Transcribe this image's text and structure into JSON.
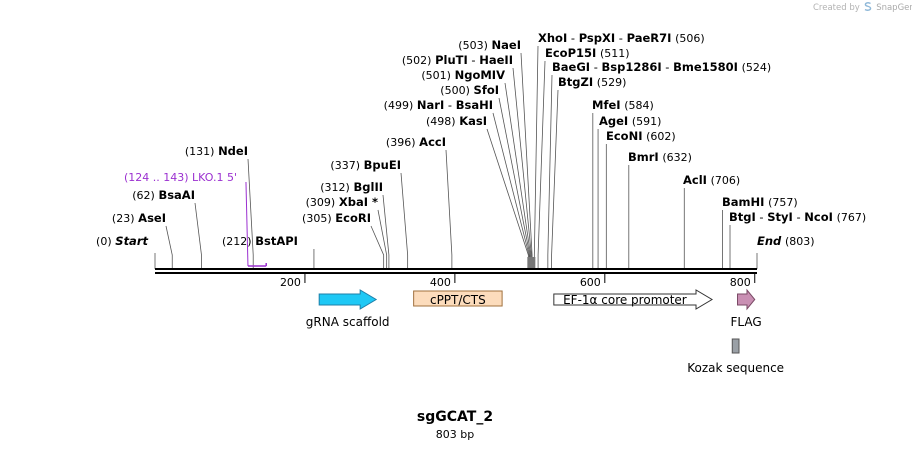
{
  "credit": {
    "prefix": "Created by",
    "brand": "SnapGene",
    "icon": "snapgene-logo-icon"
  },
  "plasmid": {
    "name": "sgGCAT_2",
    "length_label": "803 bp",
    "length": 803
  },
  "ruler": {
    "ticks": [
      200,
      400,
      600,
      800
    ]
  },
  "enzymes": [
    {
      "pos": 0,
      "names": [
        "Start"
      ],
      "pos_label": "(0)",
      "italic": true
    },
    {
      "pos": 23,
      "names": [
        "AseI"
      ],
      "pos_label": "(23)"
    },
    {
      "pos": 62,
      "names": [
        "BsaAI"
      ],
      "pos_label": "(62)"
    },
    {
      "pos": 131,
      "names": [
        "NdeI"
      ],
      "pos_label": "(131)"
    },
    {
      "pos": 212,
      "names": [
        "BstAPI"
      ],
      "pos_label": "(212)",
      "label_right": true
    },
    {
      "pos": 305,
      "names": [
        "EcoRI"
      ],
      "pos_label": "(305)"
    },
    {
      "pos": 309,
      "names": [
        "XbaI *"
      ],
      "pos_label": "(309)"
    },
    {
      "pos": 312,
      "names": [
        "BglII"
      ],
      "pos_label": "(312)"
    },
    {
      "pos": 337,
      "names": [
        "BpuEI"
      ],
      "pos_label": "(337)"
    },
    {
      "pos": 396,
      "names": [
        "AccI"
      ],
      "pos_label": "(396)"
    },
    {
      "pos": 498,
      "names": [
        "KasI"
      ],
      "pos_label": "(498)"
    },
    {
      "pos": 499,
      "names": [
        "NarI",
        "BsaHI"
      ],
      "pos_label": "(499)"
    },
    {
      "pos": 500,
      "names": [
        "SfoI"
      ],
      "pos_label": "(500)"
    },
    {
      "pos": 501,
      "names": [
        "NgoMIV"
      ],
      "pos_label": "(501)"
    },
    {
      "pos": 502,
      "names": [
        "PluTI",
        "HaeII"
      ],
      "pos_label": "(502)"
    },
    {
      "pos": 503,
      "names": [
        "NaeI"
      ],
      "pos_label": "(503)"
    },
    {
      "pos": 506,
      "names": [
        "XhoI",
        "PspXI",
        "PaeR7I"
      ],
      "pos_label": "(506)"
    },
    {
      "pos": 511,
      "names": [
        "EcoP15I"
      ],
      "pos_label": "(511)"
    },
    {
      "pos": 524,
      "names": [
        "BaeGI",
        "Bsp1286I",
        "Bme1580I"
      ],
      "pos_label": "(524)"
    },
    {
      "pos": 529,
      "names": [
        "BtgZI"
      ],
      "pos_label": "(529)"
    },
    {
      "pos": 584,
      "names": [
        "MfeI"
      ],
      "pos_label": "(584)"
    },
    {
      "pos": 591,
      "names": [
        "AgeI"
      ],
      "pos_label": "(591)"
    },
    {
      "pos": 602,
      "names": [
        "EcoNI"
      ],
      "pos_label": "(602)"
    },
    {
      "pos": 632,
      "names": [
        "BmrI"
      ],
      "pos_label": "(632)"
    },
    {
      "pos": 706,
      "names": [
        "AclI"
      ],
      "pos_label": "(706)"
    },
    {
      "pos": 757,
      "names": [
        "BamHI"
      ],
      "pos_label": "(757)"
    },
    {
      "pos": 767,
      "names": [
        "BtgI",
        "StyI",
        "NcoI"
      ],
      "pos_label": "(767)"
    },
    {
      "pos": 803,
      "names": [
        "End"
      ],
      "pos_label": "(803)",
      "italic": true
    }
  ],
  "primer": {
    "name": "LKO.1 5'",
    "range_label": "(124 .. 143)",
    "start": 124,
    "end": 143,
    "color": "#9b30d0"
  },
  "features": [
    {
      "name": "gRNA scaffold",
      "start": 219,
      "end": 295,
      "type": "arrow",
      "color": "#1ec8f5",
      "stroke": "#1f7fa8",
      "label_pos": "below"
    },
    {
      "name": "cPPT/CTS",
      "start": 345,
      "end": 463,
      "type": "box",
      "color": "#fcdcbc",
      "stroke": "#a0703c",
      "label_pos": "inside"
    },
    {
      "name": "EF-1α core promoter",
      "start": 532,
      "end": 743,
      "type": "arrow",
      "color": "#ffffff",
      "stroke": "#333333",
      "label_pos": "inside"
    },
    {
      "name": "FLAG",
      "start": 777,
      "end": 800,
      "type": "arrow",
      "color": "#c98fb3",
      "stroke": "#7a4a66",
      "label_pos": "below"
    },
    {
      "name": "Kozak sequence",
      "start": 770,
      "end": 779,
      "type": "box",
      "color": "#9aa0a6",
      "stroke": "#555555",
      "label_pos": "below"
    }
  ]
}
